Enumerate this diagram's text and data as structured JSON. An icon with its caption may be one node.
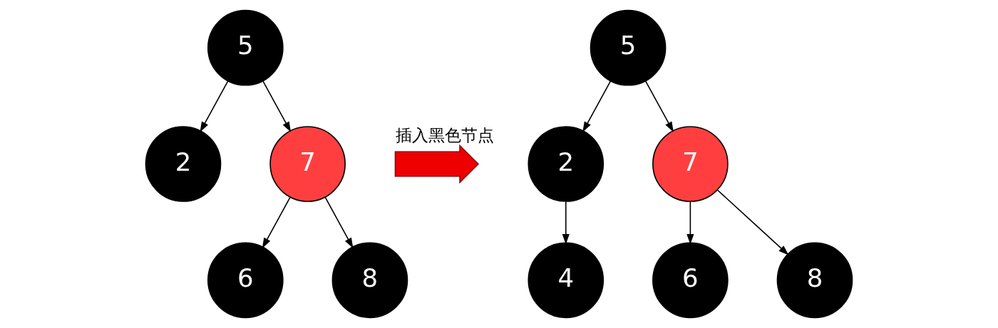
{
  "diagram": {
    "nodes": [
      {
        "text": [
          "5"
        ]
      },
      {
        "text": [
          "2"
        ]
      },
      {
        "text": [
          "7"
        ]
      },
      {
        "text": [
          "6"
        ]
      },
      {
        "text": [
          "8"
        ]
      },
      {
        "text": [],
        "shape": "arrow",
        "beside": [
          "插入黑色节点"
        ]
      },
      {
        "text": [
          "5"
        ]
      },
      {
        "text": [
          "2"
        ]
      },
      {
        "text": [
          "7"
        ]
      },
      {
        "text": [
          "4"
        ]
      },
      {
        "text": [
          "6"
        ]
      },
      {
        "text": [
          "8"
        ]
      }
    ],
    "edges": [
      {
        "from": 0,
        "to": 1,
        "arrow": "to"
      },
      {
        "from": 0,
        "to": 2,
        "arrow": "to"
      },
      {
        "from": 2,
        "to": 3,
        "arrow": "to"
      },
      {
        "from": 2,
        "to": 4,
        "arrow": "to"
      },
      {
        "from": 6,
        "to": 7,
        "arrow": "to"
      },
      {
        "from": 6,
        "to": 8,
        "arrow": "to"
      },
      {
        "from": 7,
        "to": 9,
        "arrow": "to"
      },
      {
        "from": 8,
        "to": 10,
        "arrow": "to"
      },
      {
        "from": 8,
        "to": 11,
        "arrow": "to"
      }
    ]
  }
}
